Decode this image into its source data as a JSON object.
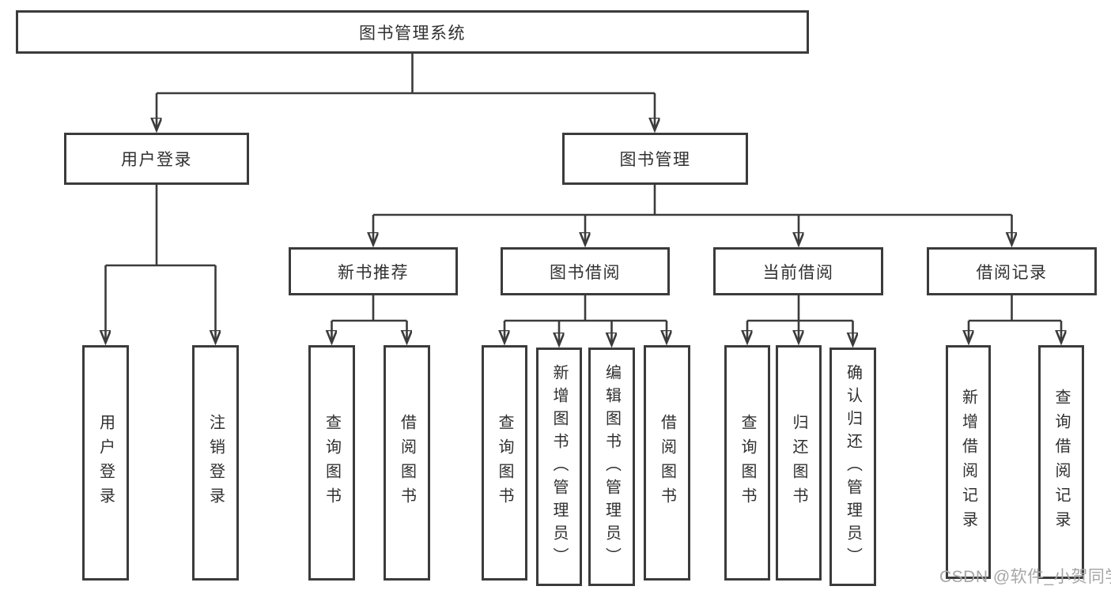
{
  "diagram": {
    "root": {
      "label": "图书管理系统"
    },
    "level2": {
      "user_login": {
        "label": "用户登录"
      },
      "book_mgmt": {
        "label": "图书管理"
      }
    },
    "level3": {
      "new_books": {
        "label": "新书推荐"
      },
      "book_borrow": {
        "label": "图书借阅"
      },
      "current_borrow": {
        "label": "当前借阅"
      },
      "borrow_records": {
        "label": "借阅记录"
      }
    },
    "level4": {
      "user_login": [
        "用户登录",
        "注销登录"
      ],
      "new_books": [
        "查询图书",
        "借阅图书"
      ],
      "book_borrow": [
        "查询图书",
        "新增图书（管理员）",
        "编辑图书（管理员）",
        "借阅图书"
      ],
      "current_borrow": [
        "查询图书",
        "归还图书",
        "确认归还（管理员）"
      ],
      "borrow_records": [
        "新增借阅记录",
        "查询借阅记录"
      ]
    }
  },
  "watermark": {
    "text": "CSDN @软件_小贺同学"
  },
  "colors": {
    "line": "#3b3b3b",
    "text": "#303030",
    "watermark": "#a6a6a6"
  }
}
